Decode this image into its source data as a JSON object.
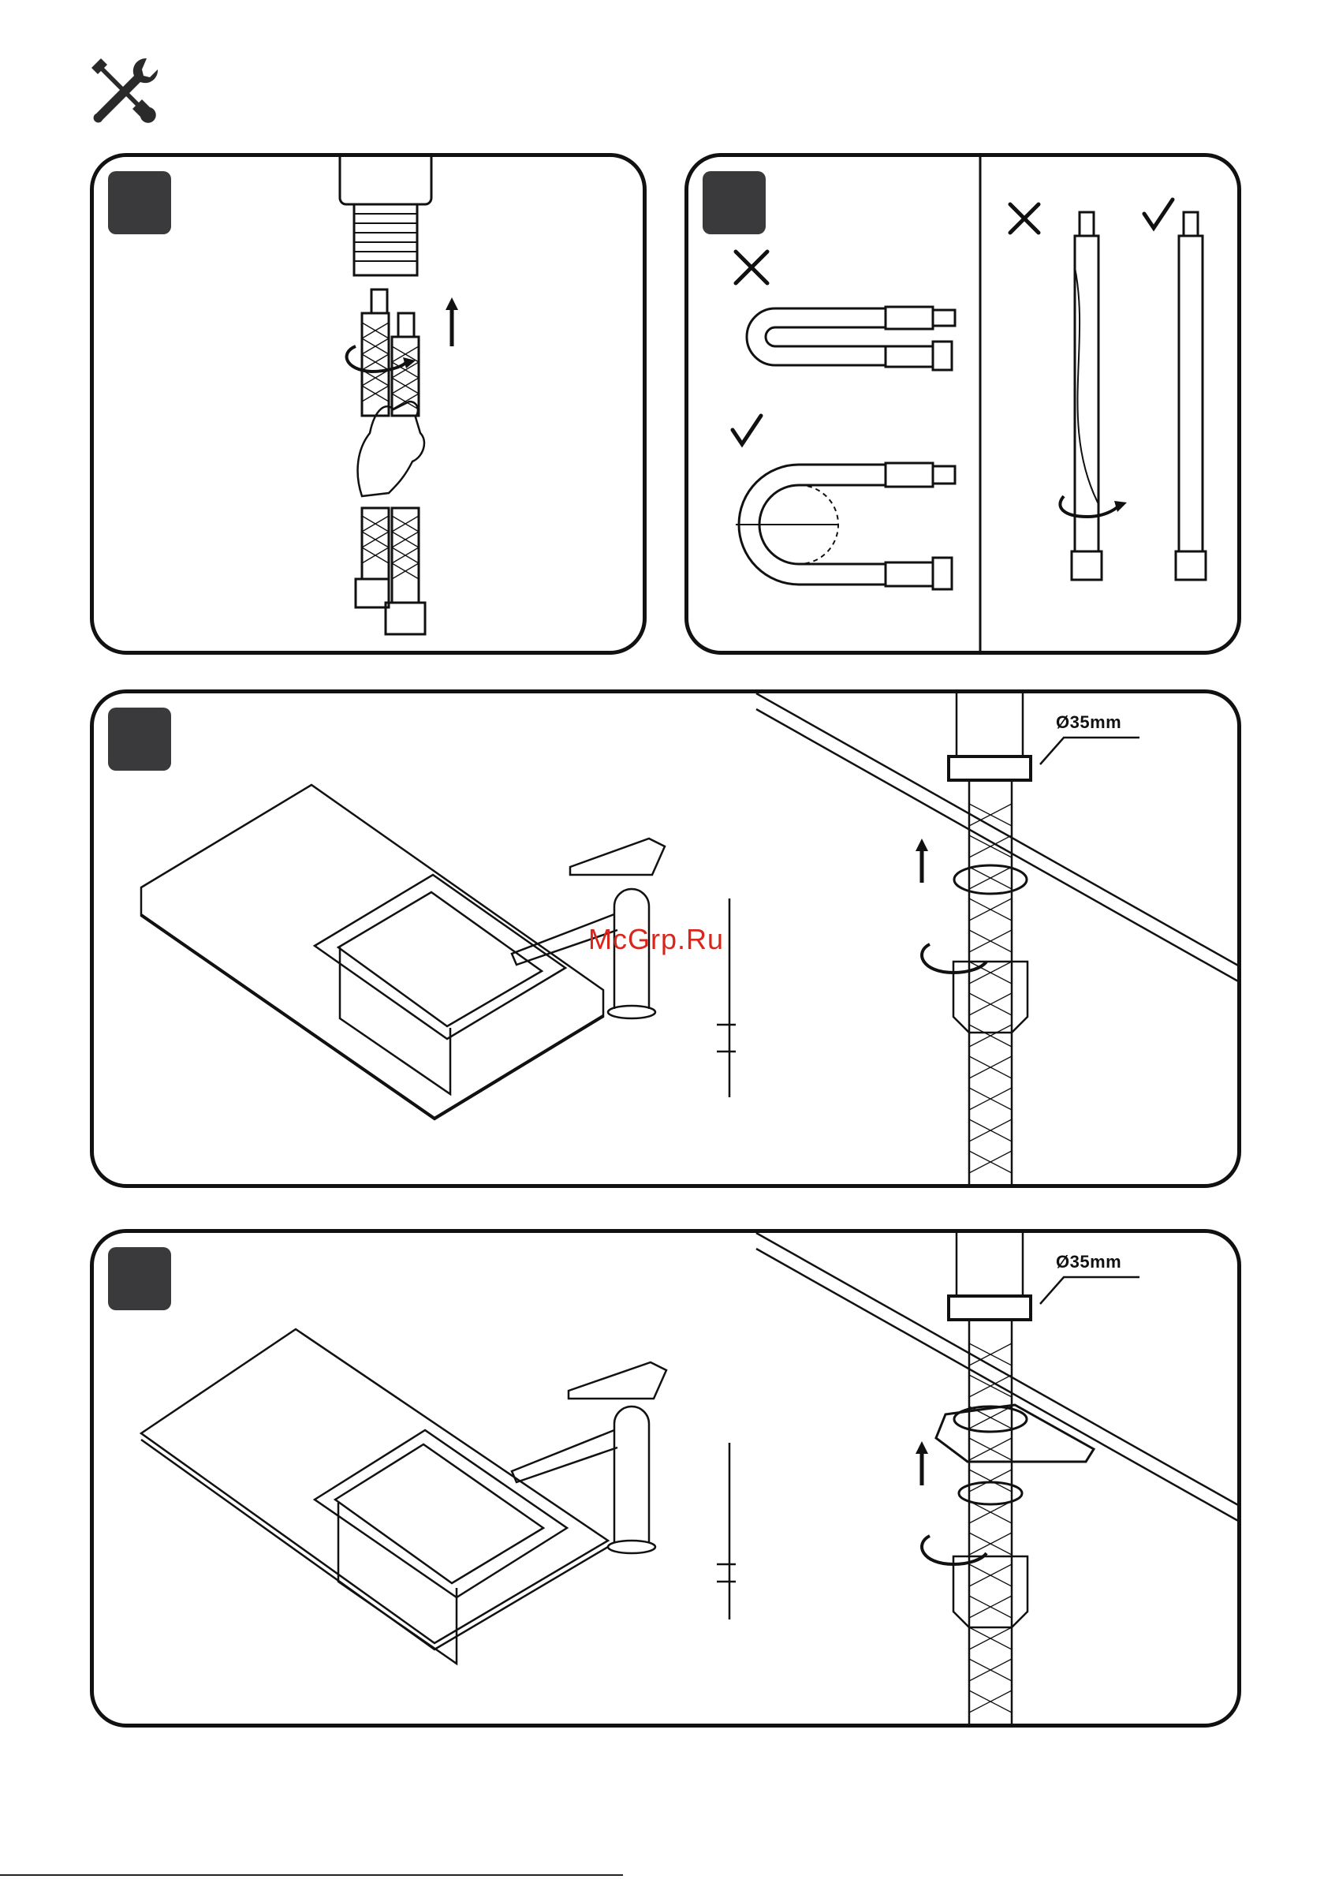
{
  "header": {
    "icon": "tools-icon"
  },
  "steps": [
    {
      "id": "step-1",
      "icon": "hose-install-illustration"
    },
    {
      "id": "step-2",
      "icon": "hose-bend-illustration",
      "marks": {
        "wrong": "✕",
        "right": "✓"
      }
    },
    {
      "id": "step-3",
      "icon": "faucet-mount-illustration",
      "dimension": "Ø35mm"
    },
    {
      "id": "step-4",
      "icon": "faucet-mount-bracket-illustration",
      "dimension": "Ø35mm"
    }
  ],
  "watermark": "McGrp.Ru",
  "colors": {
    "frame": "#111111",
    "step_badge": "#3a3a3c",
    "watermark": "#d9261c"
  }
}
